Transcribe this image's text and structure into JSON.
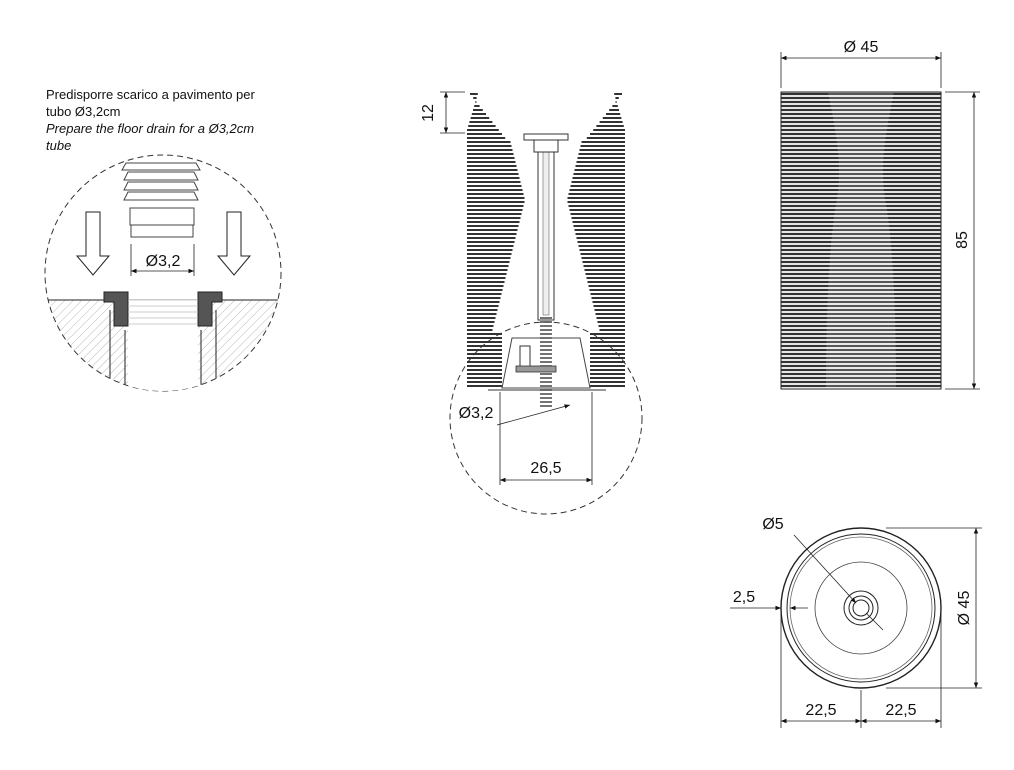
{
  "note": {
    "it_line1": "Predisporre scarico a pavimento per",
    "it_line2": "tubo Ø3,2cm",
    "en_line1": "Prepare the floor drain for a Ø3,2cm",
    "en_line2": "tube"
  },
  "detail": {
    "pipe_diameter": "Ø3,2"
  },
  "section": {
    "rim_height": "12",
    "pipe_diameter": "Ø3,2",
    "base_width": "26,5"
  },
  "side_view": {
    "diameter": "Ø 45",
    "height": "85"
  },
  "bottom_view": {
    "hole_diameter": "Ø5",
    "wall": "2,5",
    "diameter": "Ø 45",
    "half_left": "22,5",
    "half_right": "22,5"
  }
}
